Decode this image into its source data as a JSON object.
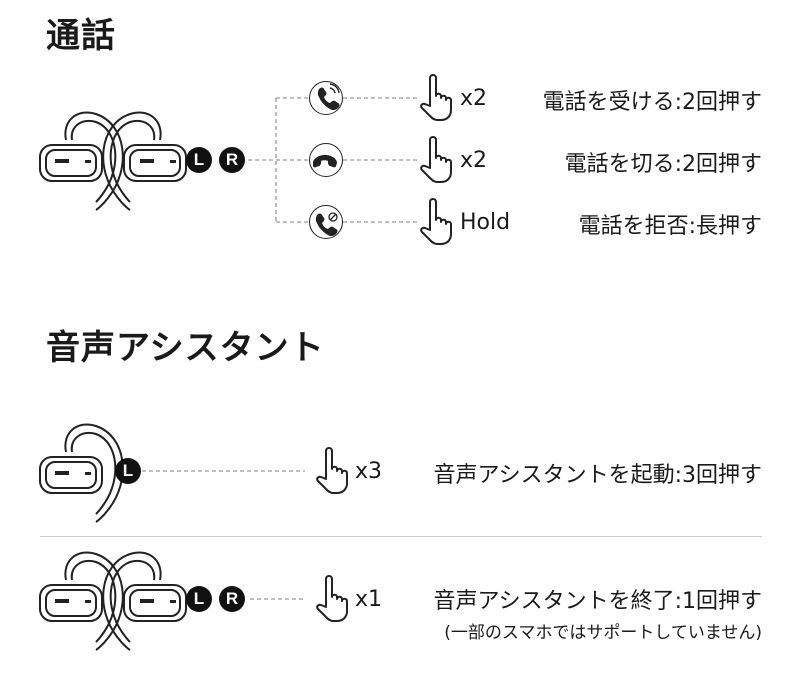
{
  "call_section": {
    "title": "通話",
    "rows": [
      {
        "count": "x2",
        "description": "電話を受ける:2回押す",
        "icon": "phone-ringing-icon"
      },
      {
        "count": "x2",
        "description": "電話を切る:2回押す",
        "icon": "phone-hangup-icon"
      },
      {
        "count": "Hold",
        "description": "電話を拒否:長押す",
        "icon": "phone-reject-icon"
      }
    ],
    "badges": [
      "L",
      "R"
    ]
  },
  "assistant_section": {
    "title": "音声アシスタント",
    "row1": {
      "badge": "L",
      "count": "x3",
      "description": "音声アシスタントを起動:3回押す"
    },
    "row2": {
      "badges": [
        "L",
        "R"
      ],
      "count": "x1",
      "description": "音声アシスタントを終了:1回押す",
      "note": "(一部のスマホではサポートしていません)"
    }
  },
  "colors": {
    "ink": "#111111",
    "line": "#9a9a9a",
    "divider": "#cfcfcf"
  }
}
